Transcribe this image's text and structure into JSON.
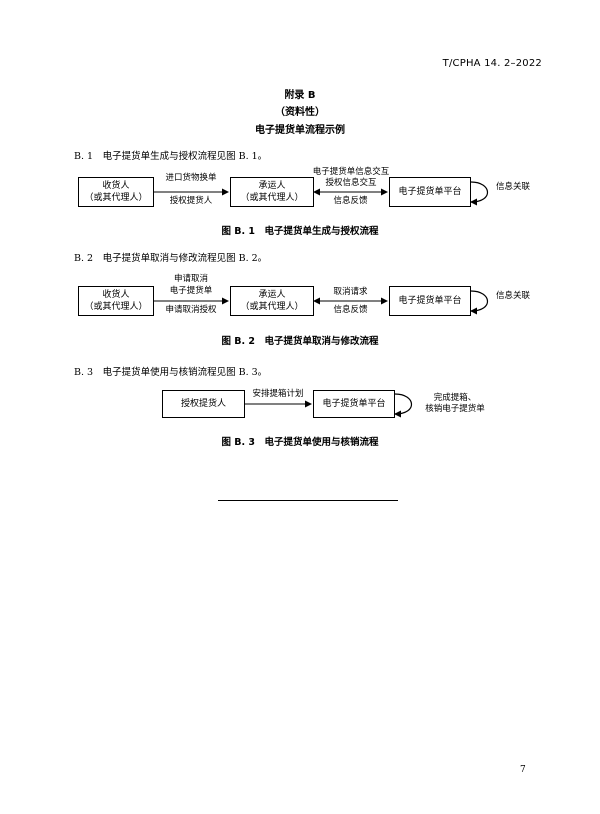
{
  "header": {
    "standard_code": "T/CPHA 14. 2–2022"
  },
  "appendix": {
    "title": "附录 B",
    "nature": "（资料性）",
    "heading": "电子提货单流程示例"
  },
  "sections": {
    "b1": {
      "text": "B. 1　电子提货单生成与授权流程见图 B. 1。",
      "box_receiver_l1": "收货人",
      "box_receiver_l2": "（或其代理人）",
      "box_carrier_l1": "承运人",
      "box_carrier_l2": "（或其代理人）",
      "box_platform": "电子提货单平台",
      "arrow1_top": "进口货物换单",
      "arrow1_bottom": "授权提货人",
      "arrow2_top_l1": "电子提货单信息交互",
      "arrow2_top_l2": "授权信息交互",
      "arrow2_bottom": "信息反馈",
      "loop_label": "信息关联",
      "caption": "图 B. 1　电子提货单生成与授权流程"
    },
    "b2": {
      "text": "B. 2　电子提货单取消与修改流程见图 B. 2。",
      "box_receiver_l1": "收货人",
      "box_receiver_l2": "（或其代理人）",
      "box_carrier_l1": "承运人",
      "box_carrier_l2": "（或其代理人）",
      "box_platform": "电子提货单平台",
      "arrow1_top_l1": "申请取消",
      "arrow1_top_l2": "电子提货单",
      "arrow1_bottom": "申请取消授权",
      "arrow2_top": "取消请求",
      "arrow2_bottom": "信息反馈",
      "loop_label": "信息关联",
      "caption": "图 B. 2　电子提货单取消与修改流程"
    },
    "b3": {
      "text": "B. 3　电子提货单使用与核销流程见图 B. 3。",
      "box_agent": "授权提货人",
      "box_platform": "电子提货单平台",
      "arrow_top": "安排提箱计划",
      "loop_label_l1": "完成提箱、",
      "loop_label_l2": "核销电子提货单",
      "caption": "图 B. 3　电子提货单使用与核销流程"
    }
  },
  "footer": {
    "page_number": "7"
  }
}
